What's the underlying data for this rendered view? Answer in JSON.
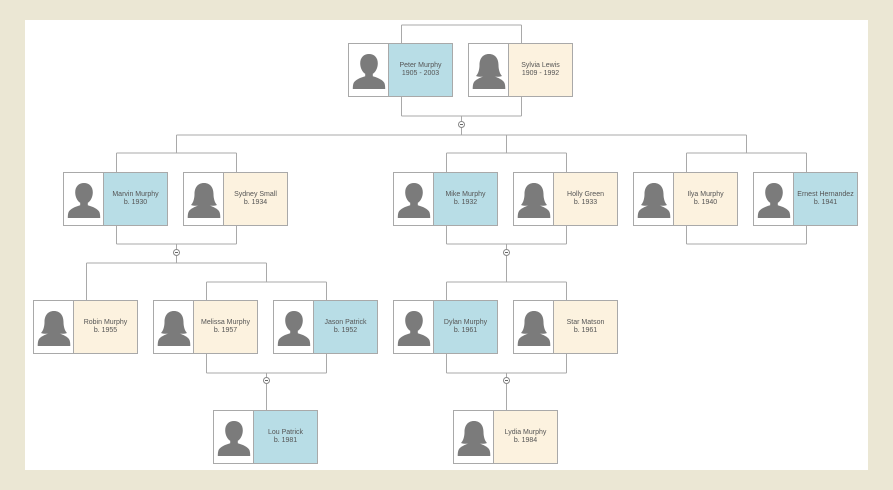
{
  "people": [
    {
      "id": "peter",
      "name": "Peter Murphy",
      "dates": "1905 - 2003",
      "gender": "male"
    },
    {
      "id": "sylvia",
      "name": "Sylvia Lewis",
      "dates": "1909 - 1992",
      "gender": "female"
    },
    {
      "id": "marvin",
      "name": "Marvin Murphy",
      "dates": "b. 1930",
      "gender": "male"
    },
    {
      "id": "sydney",
      "name": "Sydney Small",
      "dates": "b. 1934",
      "gender": "female"
    },
    {
      "id": "mike",
      "name": "Mike Murphy",
      "dates": "b. 1932",
      "gender": "male"
    },
    {
      "id": "holly",
      "name": "Holly Green",
      "dates": "b. 1933",
      "gender": "female"
    },
    {
      "id": "ilya",
      "name": "Ilya Murphy",
      "dates": "b. 1940",
      "gender": "female"
    },
    {
      "id": "ernest",
      "name": "Ernest Hernandez",
      "dates": "b. 1941",
      "gender": "male"
    },
    {
      "id": "robin",
      "name": "Robin Murphy",
      "dates": "b. 1955",
      "gender": "female"
    },
    {
      "id": "melissa",
      "name": "Melissa Murphy",
      "dates": "b. 1957",
      "gender": "female"
    },
    {
      "id": "jason",
      "name": "Jason Patrick",
      "dates": "b. 1952",
      "gender": "male"
    },
    {
      "id": "dylan",
      "name": "Dylan Murphy",
      "dates": "b. 1961",
      "gender": "male"
    },
    {
      "id": "star",
      "name": "Star Matson",
      "dates": "b. 1961",
      "gender": "female"
    },
    {
      "id": "lou",
      "name": "Lou Patrick",
      "dates": "b. 1981",
      "gender": "male"
    },
    {
      "id": "lydia",
      "name": "Lydia Murphy",
      "dates": "b. 1984",
      "gender": "female"
    }
  ],
  "colors": {
    "male": "#b8dde6",
    "female": "#fcf2df",
    "connector": "#a9a9a9",
    "avatar": "#7b7b7b"
  }
}
